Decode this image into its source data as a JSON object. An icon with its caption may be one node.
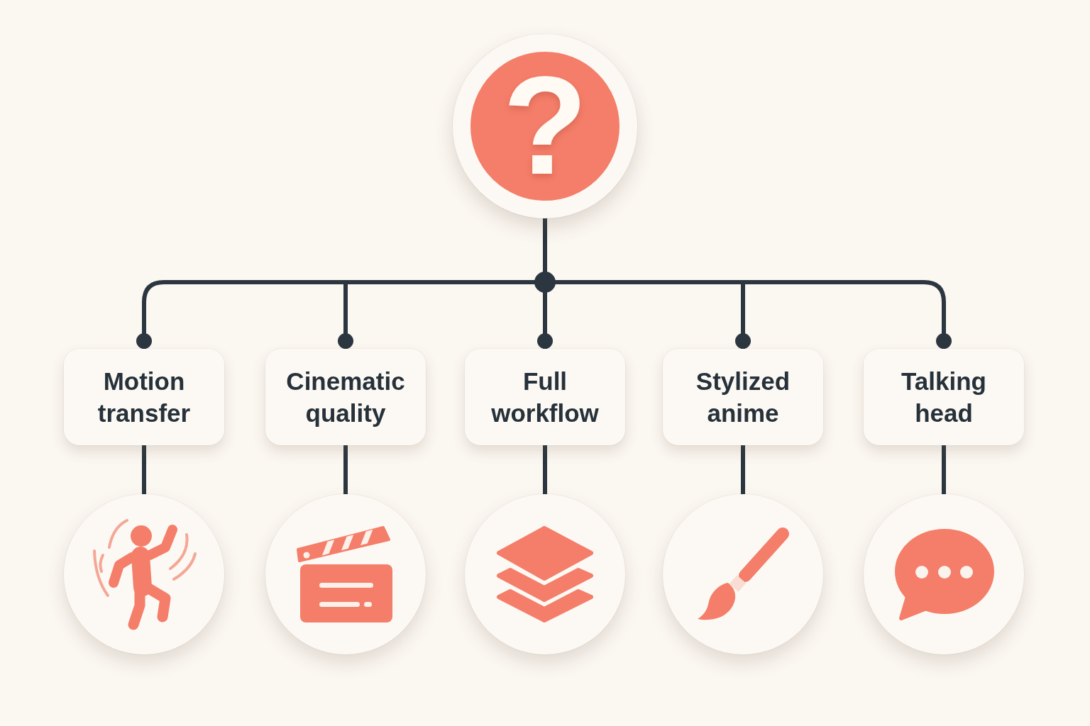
{
  "diagram": {
    "nodes": [
      {
        "text": [
          "?"
        ]
      },
      {
        "text": [
          "Motion transfer"
        ]
      },
      {
        "text": [
          "Cinematic quality"
        ]
      },
      {
        "text": [
          "Full workflow"
        ]
      },
      {
        "text": [
          "Stylized anime"
        ]
      },
      {
        "text": [
          "Talking head"
        ]
      },
      {
        "text": [],
        "shape": "circle"
      },
      {
        "text": [],
        "shape": "circle"
      },
      {
        "text": [],
        "shape": "circle"
      },
      {
        "text": [],
        "shape": "circle"
      },
      {
        "text": [],
        "shape": "circle"
      }
    ],
    "edges": [
      {
        "from": 0,
        "to": 1,
        "arrow": "other"
      },
      {
        "from": 0,
        "to": 2,
        "arrow": "other"
      },
      {
        "from": 0,
        "to": 3,
        "arrow": "other"
      },
      {
        "from": 0,
        "to": 4,
        "arrow": "other"
      },
      {
        "from": 0,
        "to": 5,
        "arrow": "other"
      },
      {
        "from": 1,
        "to": 6,
        "arrow": "none"
      },
      {
        "from": 2,
        "to": 7,
        "arrow": "none"
      },
      {
        "from": 3,
        "to": 8,
        "arrow": "none"
      },
      {
        "from": 4,
        "to": 9,
        "arrow": "none"
      },
      {
        "from": 5,
        "to": 10,
        "arrow": "none"
      }
    ]
  }
}
